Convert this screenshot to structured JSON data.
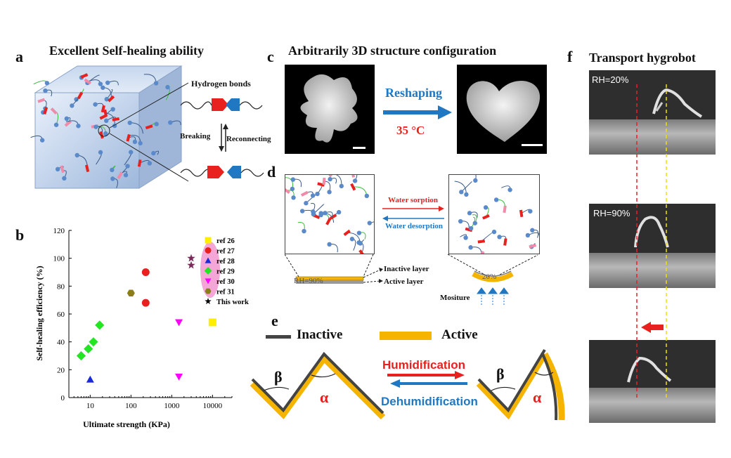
{
  "panels": {
    "a": {
      "letter": "a",
      "title": "Excellent Self-healing ability",
      "hbond_label": "Hydrogen bonds",
      "breaking": "Breaking",
      "reconnecting": "Reconnecting"
    },
    "b": {
      "letter": "b"
    },
    "c": {
      "letter": "c",
      "title": "Arbitrarily 3D structure configuration",
      "reshaping": "Reshaping",
      "temp": "35 °C"
    },
    "d": {
      "letter": "d",
      "water_sorption": "Water sorption",
      "water_desorption": "Water desorption",
      "inactive_layer": "Inactive layer",
      "active_layer": "Active layer",
      "moisture": "Mositure",
      "rh_left": "RH=90%",
      "rh_right": "20%"
    },
    "e": {
      "letter": "e",
      "inactive": "Inactive",
      "active": "Active",
      "humidification": "Humidification",
      "dehumidification": "Dehumidification",
      "beta": "β",
      "alpha": "α"
    },
    "f": {
      "letter": "f",
      "title": "Transport hygrobot",
      "rh1": "RH=20%",
      "rh2": "RH=90%"
    }
  },
  "colors": {
    "red": "#e8211f",
    "blue": "#1f78c1",
    "yellow": "#f5b400",
    "green": "#1bdc1b",
    "magenta": "#ff00ff",
    "olive": "#8b7d1a",
    "pink": "#f4a6d7"
  },
  "chart_data": {
    "type": "scatter",
    "xlabel": "Ultimate strength (KPa)",
    "ylabel": "Self-healing efficiency (%)",
    "xscale": "log",
    "xlim": [
      3,
      30000
    ],
    "ylim": [
      0,
      120
    ],
    "xticks": [
      "10",
      "100",
      "1000",
      "10000"
    ],
    "yticks": [
      "0",
      "20",
      "40",
      "60",
      "80",
      "100",
      "120"
    ],
    "legend_position": "right",
    "series": [
      {
        "name": "ref 26",
        "marker": "square",
        "color": "#ffee00",
        "points": [
          [
            10000,
            54
          ]
        ]
      },
      {
        "name": "ref 27",
        "marker": "circle",
        "color": "#e8211f",
        "points": [
          [
            230,
            90
          ],
          [
            230,
            68
          ]
        ]
      },
      {
        "name": "ref 28",
        "marker": "triangle-up",
        "color": "#1a2ad6",
        "points": [
          [
            10,
            13
          ]
        ]
      },
      {
        "name": "ref 29",
        "marker": "diamond",
        "color": "#22e622",
        "points": [
          [
            6,
            30
          ],
          [
            9,
            35
          ],
          [
            12,
            40
          ],
          [
            17,
            52
          ]
        ]
      },
      {
        "name": "ref 30",
        "marker": "triangle-down",
        "color": "#ff00ff",
        "points": [
          [
            1500,
            54
          ],
          [
            1500,
            15
          ]
        ]
      },
      {
        "name": "ref 31",
        "marker": "hexagon",
        "color": "#8b7d1a",
        "points": [
          [
            100,
            75
          ]
        ]
      },
      {
        "name": "This work",
        "marker": "star",
        "color": "#7a2b5a",
        "points": [
          [
            3000,
            100
          ],
          [
            3000,
            95
          ]
        ]
      }
    ]
  }
}
